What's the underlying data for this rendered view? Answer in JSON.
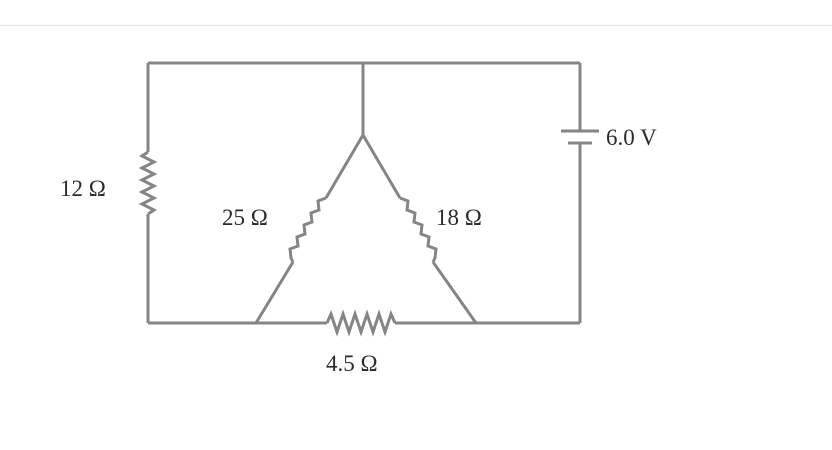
{
  "circuit": {
    "resistor_left": "12 Ω",
    "resistor_delta_left": "25 Ω",
    "resistor_delta_right": "18 Ω",
    "resistor_bottom": "4.5 Ω",
    "battery": "6.0 V"
  },
  "colors": {
    "wire": "#858585",
    "text": "#2b2b2b"
  }
}
